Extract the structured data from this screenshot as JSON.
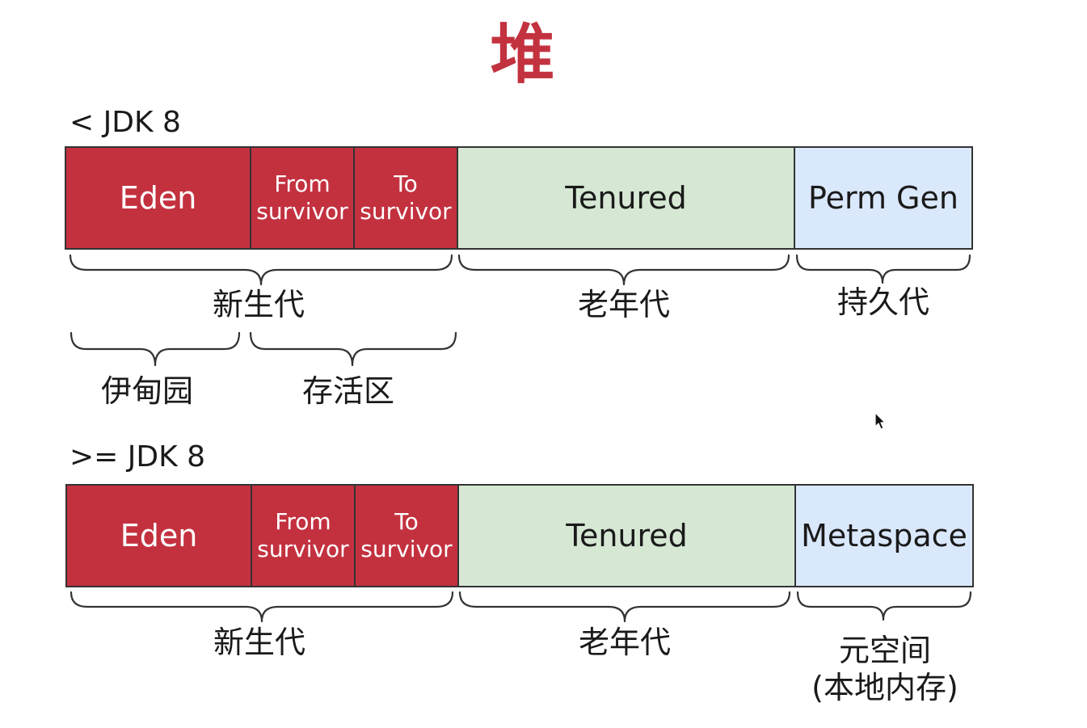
{
  "title": "堆",
  "pre8": {
    "label": "< JDK 8",
    "segments": {
      "eden": "Eden",
      "from_1": "From",
      "from_2": "survivor",
      "to_1": "To",
      "to_2": "survivor",
      "tenured": "Tenured",
      "perm": "Perm Gen"
    },
    "braces": {
      "young": "新生代",
      "old": "老年代",
      "perm": "持久代",
      "eden": "伊甸园",
      "survivor": "存活区"
    }
  },
  "post8": {
    "label": ">= JDK 8",
    "segments": {
      "eden": "Eden",
      "from_1": "From",
      "from_2": "survivor",
      "to_1": "To",
      "to_2": "survivor",
      "tenured": "Tenured",
      "meta": "Metaspace"
    },
    "braces": {
      "young": "新生代",
      "old": "老年代",
      "meta_1": "元空间",
      "meta_2": "(本地内存)"
    }
  },
  "colors": {
    "red": "#c3313f",
    "green": "#d6e8d4",
    "blue": "#dae8fc",
    "title": "#c3323f"
  }
}
